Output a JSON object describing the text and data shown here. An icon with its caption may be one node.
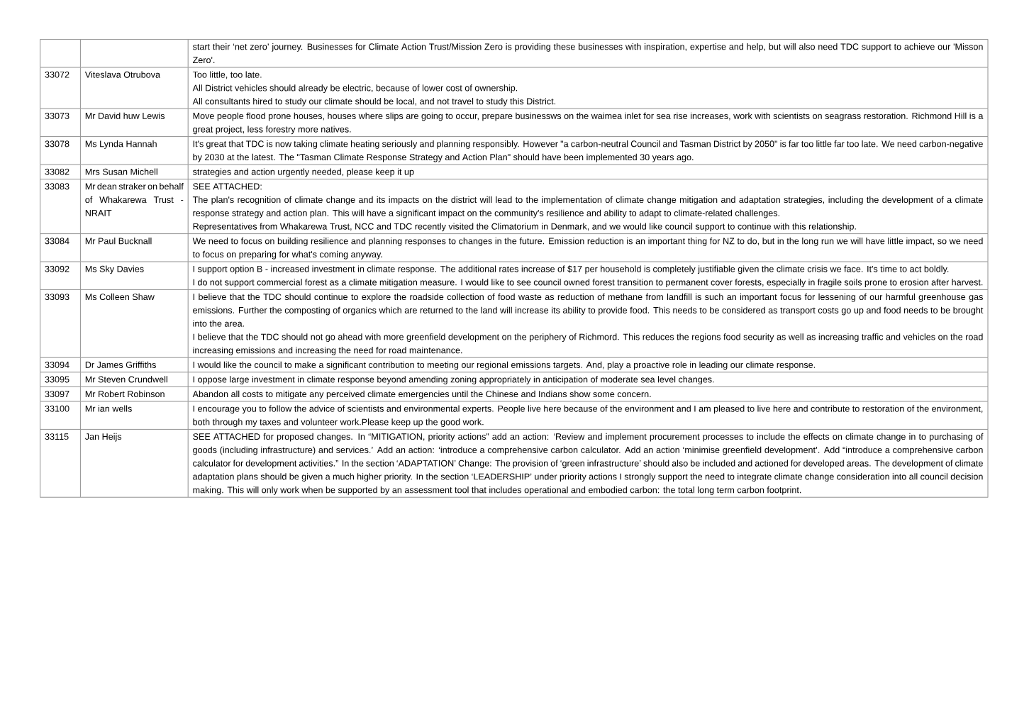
{
  "diagram": {
    "labels": [
      "start their ‘net zero’ journey. Businesses for Climate Action Trust/Mission Zero is providing these businesses with inspiration, expertise and help, but will also need TDC support to achieve our 'Misson Zero'.",
      "33072",
      "Viteslava Otrubova",
      "Too little, too late.",
      "All District vehicles should already be electric, because of lower cost of ownership.",
      "All consultants hired to study our climate should be local, and not travel to study this District.",
      "33073",
      "Mr David huw Lewis",
      "Move people flood prone houses, houses where slips are going to occur, prepare businessws on the waimea inlet for sea rise increases, work with scientists on seagrass restoration. Richmond Hill is a great project, less forestry more natives.",
      "33078",
      "Ms Lynda Hannah",
      "It's great that TDC is now taking climate heating seriously and planning responsibly. However \"a carbon-neutral Council and Tasman District by 2050\" is far too little far too late. We need carbon-negative by 2030 at the latest. The \"Tasman Climate Response Strategy and Action Plan\" should have been implemented 30 years ago.",
      "33082",
      "Mrs Susan Michell",
      "strategies and action urgently needed, please keep it up",
      "33083",
      "Mr dean straker on behalf of Whakarewa Trust - NRAIT",
      "SEE ATTACHED:",
      "The plan's recognition of climate change and its impacts on the district will lead to the implementation of climate change mitigation and adaptation strategies, including the development of a climate response strategy and action plan. This will have a significant impact on the community's resilience and ability to adapt to climate-related challenges.",
      "Representatives from Whakarewa Trust, NCC and TDC recently visited the Climatorium in Denmark, and we would like council support to continue with this relationship.",
      "33084",
      "Mr Paul Bucknall",
      "We need to focus on building resilience and planning responses to changes in the future. Emission reduction is an important thing for NZ to do, but in the long run we will have little impact, so we need to focus on preparing for what's coming anyway.",
      "33092",
      "Ms Sky Davies",
      "I support option B - increased investment in climate response. The additional rates increase of $17 per household is completely justifiable given the climate crisis we face. It's time to act boldly.",
      "I do not support commercial forest as a climate mitigation measure. I would like to see council owned forest transition to permanent cover forests, especially in fragile soils prone to erosion after harvest.",
      "33093",
      "Ms Colleen Shaw",
      "I believe that the TDC should continue to explore the roadside collection of food waste as reduction of methane from landfill is such an important focus for lessening of our harmful greenhouse gas emissions. Further the composting of organics which are returned to the land will increase its ability to provide food. This needs to be considered as transport costs go up and food needs to be brought into the area.",
      "I believe that the TDC should not go ahead with more greenfield development on the periphery of Richmord. This reduces the regions food security as well as increasing traffic and vehicles on the road increasing emissions and increasing the need for road maintenance.",
      "33094",
      "Dr James Griffiths",
      "I would like the council to make a significant contribution to meeting our regional emissions targets. And, play a proactive role in leading our climate response.",
      "33095",
      "Mr Steven Crundwell",
      "I oppose large investment in climate response beyond amending zoning appropriately in anticipation of moderate sea level changes.",
      "33097",
      "Mr Robert Robinson",
      "Abandon all costs to mitigate any perceived climate emergencies until the Chinese and Indians show some concern.",
      "33100",
      "Mr ian wells",
      "I encourage you to follow the advice of scientists and environmental experts. People live here because of the environment and I am pleased to live here and contribute to restoration of the environment, both through my taxes and volunteer work.Please keep up the good work.",
      "33115",
      "Jan Heijs",
      "SEE ATTACHED for proposed changes. In “MITIGATION, priority actions” add an action: ‘Review and implement procurement processes to include the effects on climate change in to purchasing of goods (including infrastructure) and services.’ Add an action: ‘introduce a comprehensive carbon calculator. Add an action ‘minimise greenfield development’. Add “introduce a comprehensive carbon calculator for development activities.” In the section ‘ADAPTATION’ Change: The provision of ‘green infrastructure’ should also be included and actioned for developed areas. The development of climate adaptation plans should be given a much higher priority. In the section ‘LEADERSHIP’ under priority actions I strongly support the need to integrate climate change consideration into all council decision making. This will only work when be supported by an assessment tool that includes operational and embodied carbon: the total long term carbon footprint."
    ]
  }
}
